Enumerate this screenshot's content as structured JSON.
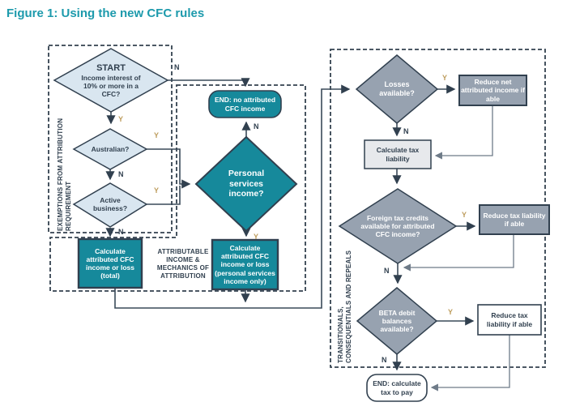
{
  "title": "Figure 1: Using the new CFC rules",
  "colors": {
    "teal": "#16899b",
    "title_teal": "#1d9aac",
    "light_blue": "#d9e6f0",
    "gray": "#97a2b0",
    "light_gray": "#e7e9ec",
    "navy": "#31404f",
    "yes_label": "#bd9c5c"
  },
  "sections": {
    "exemptions": {
      "label_line1": "EXEMPTIONS FROM ATTRIBUTION",
      "label_line2": "REQUIREMENT"
    },
    "attributable": {
      "label": "ATTRIBUTABLE INCOME & MECHANICS OF ATTRIBUTION"
    },
    "transitionals": {
      "label_line1": "TRANSITIONALS,",
      "label_line2": "CONSEQUENTIALS AND REPEALS"
    }
  },
  "nodes": {
    "start": {
      "title": "START",
      "text": "Income interest of 10% or more in a CFC?"
    },
    "australian": {
      "text": "Australian?"
    },
    "active_business": {
      "text": "Active business?"
    },
    "personal_services": {
      "text": "Personal services income?"
    },
    "end_no_income": {
      "text": "END: no attributed CFC income"
    },
    "calc_total": {
      "text": "Calculate attributed CFC income or loss (total)"
    },
    "calc_psi": {
      "text": "Calculate attributed CFC income or loss (personal services income only)"
    },
    "losses": {
      "text": "Losses available?"
    },
    "reduce_net": {
      "text": "Reduce net attributed income if able"
    },
    "calc_tax": {
      "text": "Calculate tax liability"
    },
    "foreign_credits": {
      "text": "Foreign tax credits available for attributed CFC income?"
    },
    "reduce_tax_1": {
      "text": "Reduce tax liability if able"
    },
    "beta": {
      "text": "BETA debit balances available?"
    },
    "reduce_tax_2": {
      "text": "Reduce tax liability if able"
    },
    "end_calc_tax": {
      "text": "END: calculate tax to pay"
    }
  },
  "edge_labels": {
    "yes": "Y",
    "no": "N"
  }
}
